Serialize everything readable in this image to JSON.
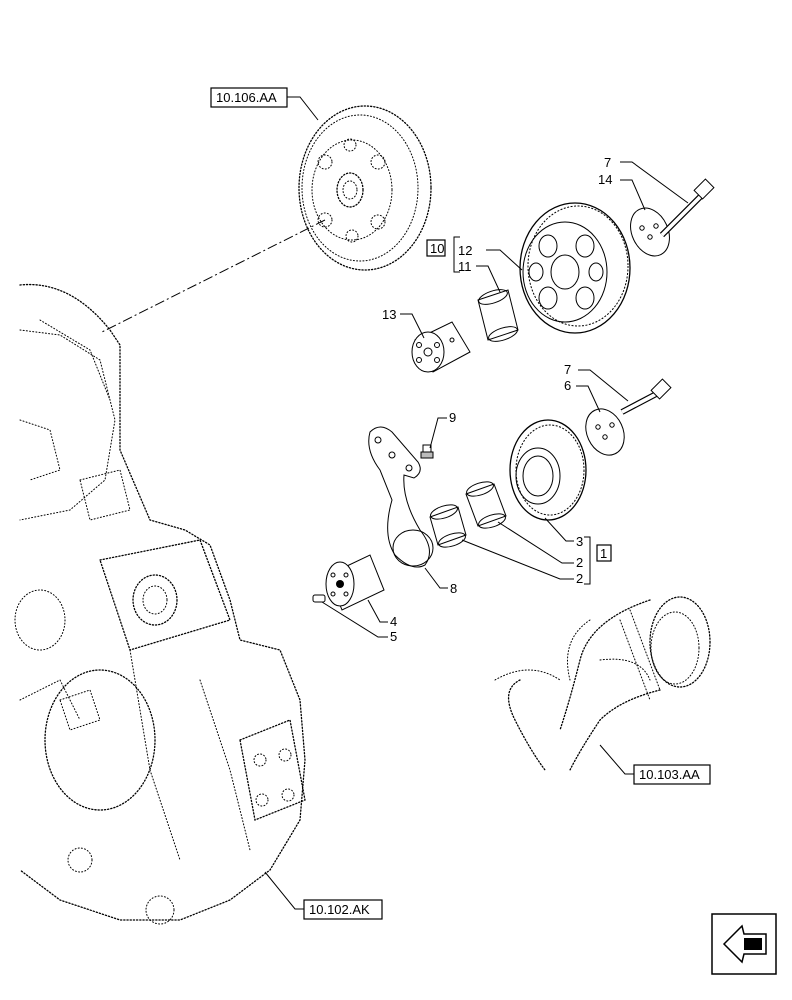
{
  "references": {
    "top_gear": "10.106.AA",
    "crankshaft": "10.103.AA",
    "housing": "10.102.AK"
  },
  "groups": {
    "group_10": "10",
    "group_1": "1"
  },
  "callouts": {
    "c1": "1",
    "c2a": "2",
    "c2b": "2",
    "c3": "3",
    "c4": "4",
    "c5": "5",
    "c6": "6",
    "c7a": "7",
    "c7b": "7",
    "c8": "8",
    "c9": "9",
    "c11": "11",
    "c12": "12",
    "c13": "13",
    "c14": "14"
  },
  "icons": {
    "nav": "next-page-arrow-icon"
  }
}
